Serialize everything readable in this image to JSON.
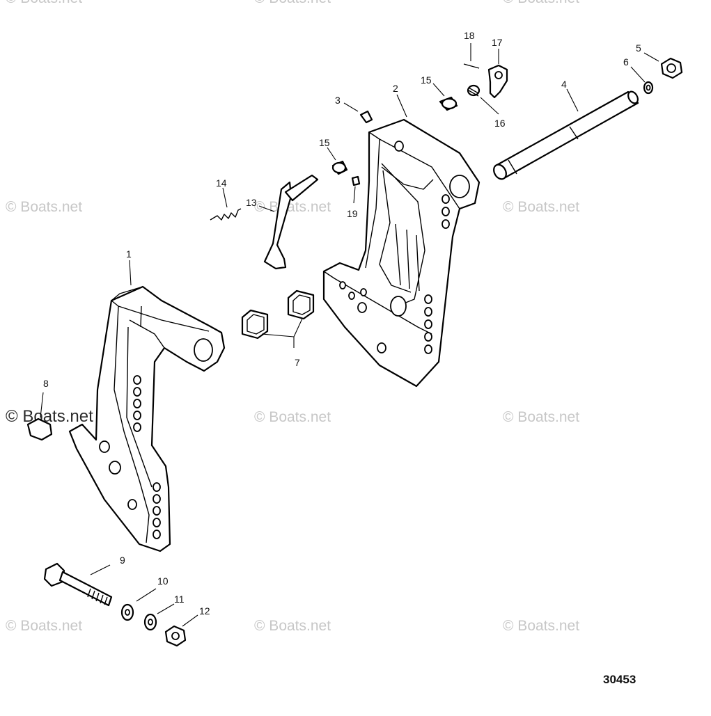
{
  "watermark": "© Boats.net",
  "figure_number": "30453",
  "callouts": {
    "c1": "1",
    "c2": "2",
    "c3": "3",
    "c4": "4",
    "c5": "5",
    "c6": "6",
    "c7": "7",
    "c8": "8",
    "c9": "9",
    "c10": "10",
    "c11": "11",
    "c12": "12",
    "c13": "13",
    "c14": "14",
    "c15a": "15",
    "c15b": "15",
    "c16": "16",
    "c17": "17",
    "c18": "18",
    "c19": "19"
  }
}
